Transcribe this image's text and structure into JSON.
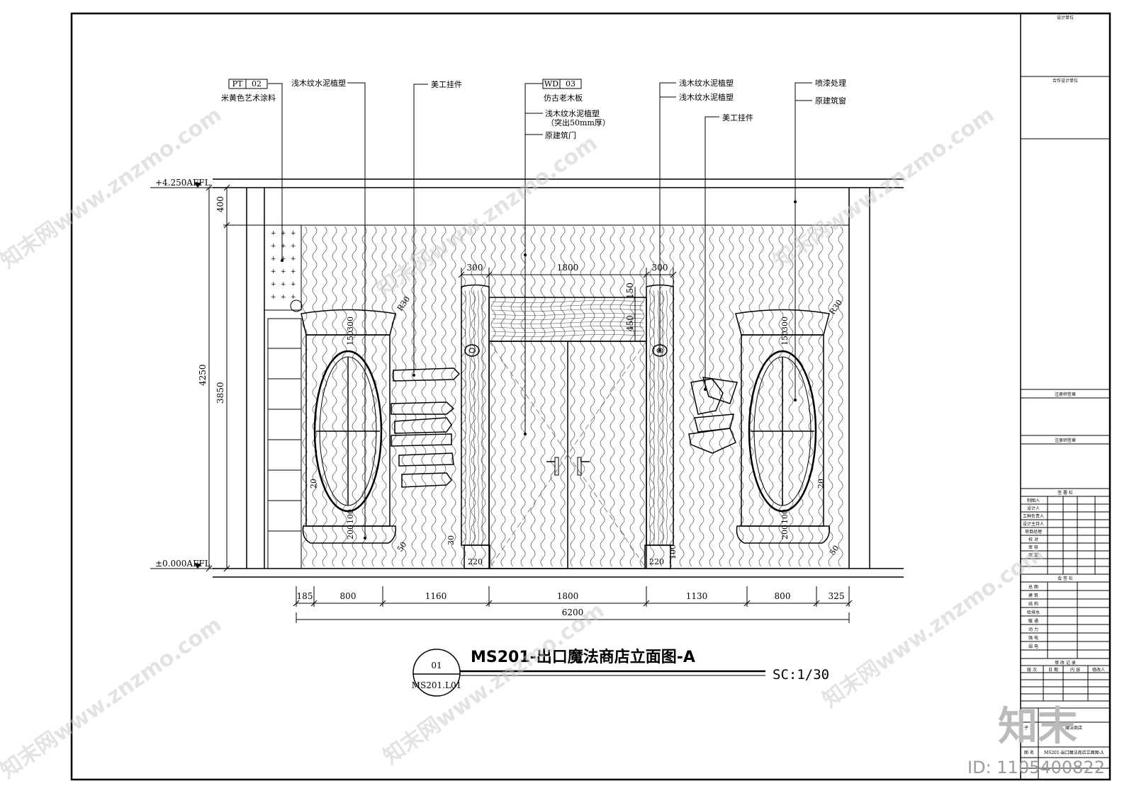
{
  "callouts": {
    "pt_code": "PT",
    "pt_num": "02",
    "pt_desc": "米黄色艺术涂料",
    "left_cement": "浅木纹水泥植塑",
    "art_piece_left": "美工挂件",
    "wd_code": "WD",
    "wd_num": "03",
    "wd_desc": "仿古老木板",
    "cement_protrude": "浅木纹水泥植塑",
    "protrude_note": "（突出50mm厚）",
    "original_door": "原建筑门",
    "right_cement_1": "浅木纹水泥植塑",
    "right_cement_2": "浅木纹水泥植塑",
    "art_piece_right": "美工挂件",
    "spray_paint": "喷漆处理",
    "original_window": "原建筑窗"
  },
  "levels": {
    "top": "+4.250AFFL",
    "bottom": "±0.000AFFL"
  },
  "dimensions": {
    "vertical": {
      "top_400": "400",
      "total_4250": "4250",
      "main_3850": "3850"
    },
    "door_top": {
      "left_300": "300",
      "center_1800": "1800",
      "right_300": "300"
    },
    "frame_150": "150",
    "frame_450": "450",
    "window_small": {
      "r30": "R30",
      "d300": "300",
      "d150": "150",
      "d200": "200",
      "d100": "100",
      "d50": "50",
      "d20": "20",
      "d30": "30",
      "d220": "220"
    },
    "bottom_segments": [
      "185",
      "800",
      "1160",
      "1800",
      "1130",
      "800",
      "325"
    ],
    "total": "6200"
  },
  "title_block": {
    "design_unit": "设计单位",
    "coop_unit": "合作设计单位",
    "reg_sign_1": "注册师签章",
    "reg_sign_2": "注册师签章",
    "sign_col": "签 署 栏",
    "roles": [
      "制图人",
      "设计人",
      "工种负责人",
      "设计主持人",
      "项目经理",
      "校 对",
      "审 核",
      "审 定"
    ],
    "counter_sign": "会 签 栏",
    "disciplines": [
      "总 图",
      "建 筑",
      "结 构",
      "给排水",
      "暖 通",
      "动 力",
      "强 电",
      "弱 电"
    ],
    "revision": "修 改 记 录",
    "revision_cols": [
      "版 次",
      "日 期",
      "内 容",
      "修改人"
    ],
    "project": "魔法商店",
    "project_label": "子 项",
    "drawing_title": "MS201-出口魔法商店立面图-A",
    "drawing_label": "图 名"
  },
  "title": {
    "bubble_num": "01",
    "bubble_ref": "MS201.L01",
    "text": "MS201-出口魔法商店立面图-A",
    "scale": "SC:1/30"
  },
  "watermark": {
    "repeat_text": "知末网www.znzmo.com",
    "logo": "知末",
    "id": "ID: 1105400822"
  }
}
